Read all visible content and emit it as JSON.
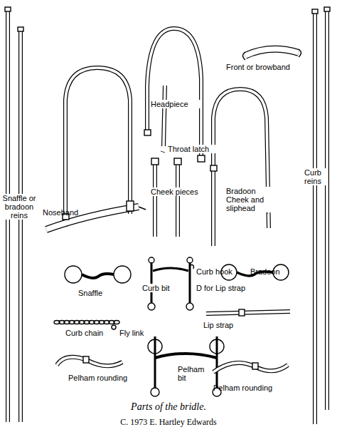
{
  "diagram": {
    "caption": "Parts of the bridle.",
    "labels": [
      "Snaffle or bradoon reins",
      "Noseband",
      "Headpiece",
      "Throat latch",
      "Cheek pieces",
      "Front or browband",
      "Bradoon Cheek and sliphead",
      "Curb reins",
      "Snaffle",
      "Curb bit",
      "Curb hook",
      "D for Lip strap",
      "Bradoon",
      "Curb chain",
      "Fly link",
      "Lip strap",
      "Pelham rounding",
      "Pelham bit",
      "Pelham rounding",
      "C. 1973 E. Hartley Edwards"
    ]
  }
}
